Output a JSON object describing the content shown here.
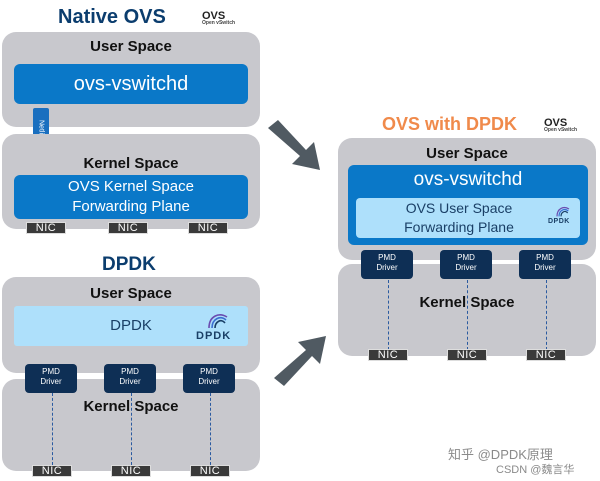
{
  "native": {
    "title": "Native OVS",
    "logo": "OVS",
    "logo_sub": "Open vSwitch",
    "user_space": "User Space",
    "vswitchd": "ovs-vswitchd",
    "netlink": "Netlink",
    "kernel_space": "Kernel Space",
    "fwd_line1": "OVS Kernel Space",
    "fwd_line2": "Forwarding Plane",
    "nics": [
      "NIC",
      "NIC",
      "NIC"
    ]
  },
  "dpdk": {
    "title": "DPDK",
    "user_space": "User Space",
    "box_label": "DPDK",
    "logo": "DPDK",
    "pmd_label_1": "PMD",
    "pmd_label_2": "Driver",
    "kernel_space": "Kernel Space",
    "nics": [
      "NIC",
      "NIC",
      "NIC"
    ]
  },
  "ovs_dpdk": {
    "title": "OVS with DPDK",
    "logo": "OVS",
    "logo_sub": "Open vSwitch",
    "user_space": "User Space",
    "vswitchd": "ovs-vswitchd",
    "fwd_line1": "OVS User Space",
    "fwd_line2": "Forwarding Plane",
    "dpdk_logo": "DPDK",
    "pmd_label_1": "PMD",
    "pmd_label_2": "Driver",
    "kernel_space": "Kernel Space",
    "nics": [
      "NIC",
      "NIC",
      "NIC"
    ]
  },
  "watermark": {
    "line1": "知乎 @DPDK原理",
    "line2": "CSDN @魏言华"
  },
  "colors": {
    "panel": "#c8c8cd",
    "blue": "#0a78c8",
    "light_blue": "#aee0fb",
    "title_navy": "#0b3d6e",
    "title_orange": "#f08a4b",
    "arrow": "#505a62"
  }
}
